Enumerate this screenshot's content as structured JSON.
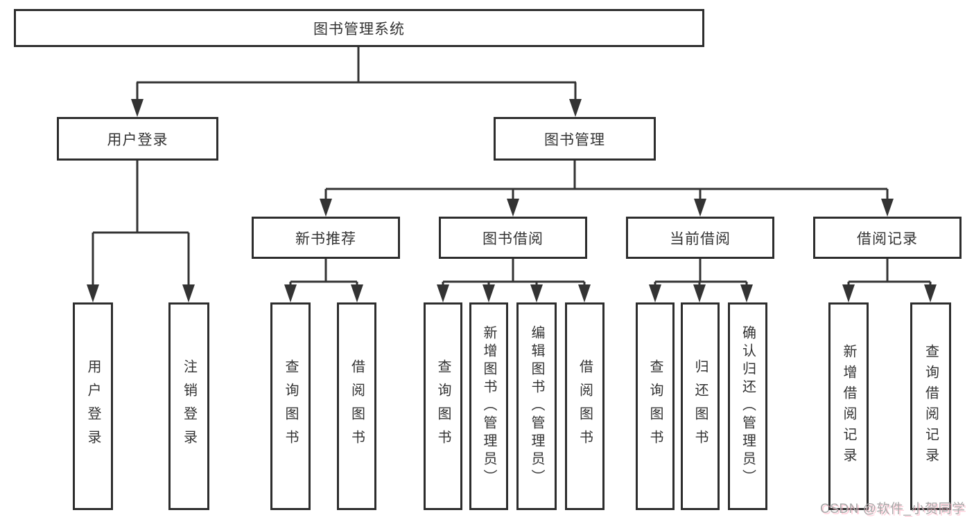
{
  "diagram": {
    "title": "图书管理系统",
    "level2": {
      "user_login": "用户登录",
      "book_mgmt": "图书管理"
    },
    "level3": {
      "new_books": "新书推荐",
      "book_borrow": "图书借阅",
      "current_borrow": "当前借阅",
      "borrow_records": "借阅记录"
    },
    "leaves": {
      "login": [
        "用户登录",
        "注销登录"
      ],
      "new_books": [
        "查询图书",
        "借阅图书"
      ],
      "book_borrow": [
        "查询图书",
        "新增图书（管理员）",
        "编辑图书（管理员）",
        "借阅图书"
      ],
      "current_borrow": [
        "查询图书",
        "归还图书",
        "确认归还（管理员）"
      ],
      "borrow_records": [
        "新增借阅记录",
        "查询借阅记录"
      ]
    },
    "colors": {
      "line": "#333333",
      "border": "#2d2d2d",
      "text": "#333333",
      "background": "#ffffff",
      "watermark": "#a8a8a8"
    },
    "watermark": "CSDN @软件_小贺同学"
  }
}
